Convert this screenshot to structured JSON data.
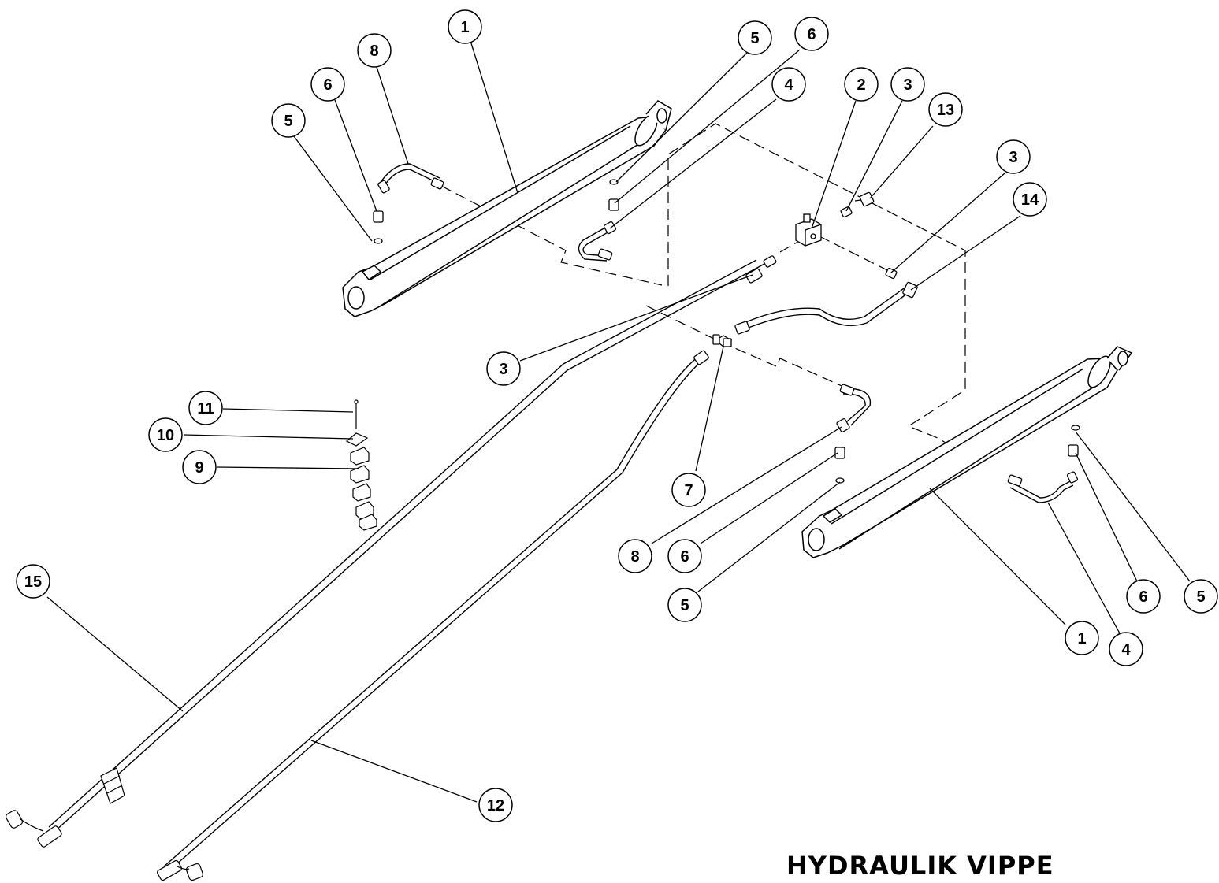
{
  "title": "HYDRAULIK VIPPE",
  "balloons": [
    {
      "label": "1"
    },
    {
      "label": "8"
    },
    {
      "label": "6"
    },
    {
      "label": "5"
    },
    {
      "label": "5"
    },
    {
      "label": "6"
    },
    {
      "label": "4"
    },
    {
      "label": "2"
    },
    {
      "label": "3"
    },
    {
      "label": "13"
    },
    {
      "label": "3"
    },
    {
      "label": "14"
    },
    {
      "label": "3"
    },
    {
      "label": "11"
    },
    {
      "label": "10"
    },
    {
      "label": "9"
    },
    {
      "label": "7"
    },
    {
      "label": "8"
    },
    {
      "label": "6"
    },
    {
      "label": "5"
    },
    {
      "label": "15"
    },
    {
      "label": "12"
    },
    {
      "label": "1"
    },
    {
      "label": "4"
    },
    {
      "label": "6"
    },
    {
      "label": "5"
    }
  ]
}
